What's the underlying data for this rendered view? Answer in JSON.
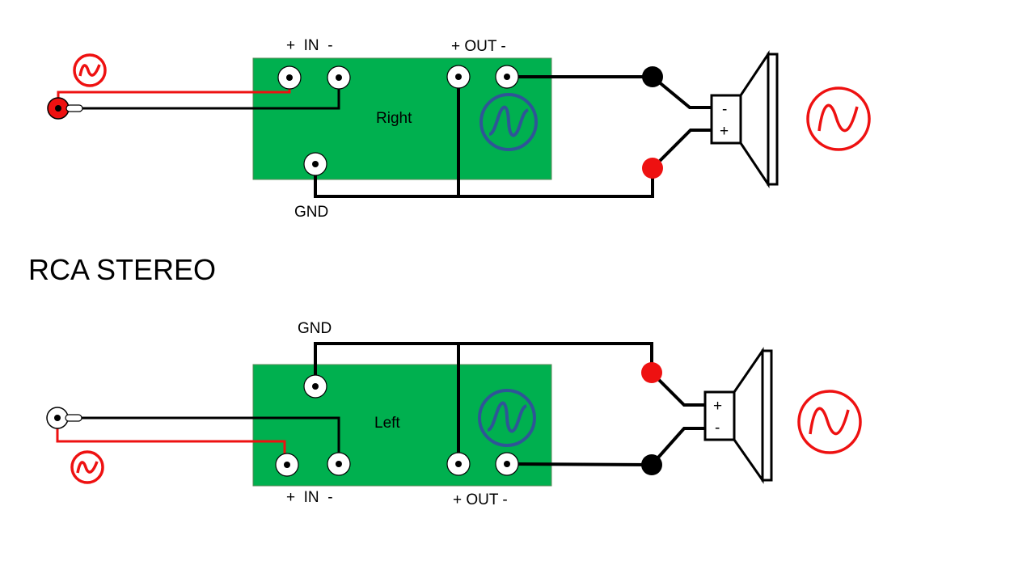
{
  "title": "RCA STEREO",
  "right_channel": {
    "board_label": "Right",
    "in_label": "+  IN  -",
    "out_label": "+ OUT -",
    "gnd_label": "GND",
    "speaker_top_label": "-",
    "speaker_bottom_label": "+"
  },
  "left_channel": {
    "board_label": "Left",
    "in_label": "+  IN  -",
    "out_label": "+ OUT -",
    "gnd_label": "GND",
    "speaker_top_label": "+",
    "speaker_bottom_label": "-"
  },
  "colors": {
    "board": "#00b04f",
    "signal_wire": "#ee1111",
    "ground_wire": "#000000",
    "board_sine_icon": "#2f5597",
    "signal_icon": "#ee1111"
  }
}
